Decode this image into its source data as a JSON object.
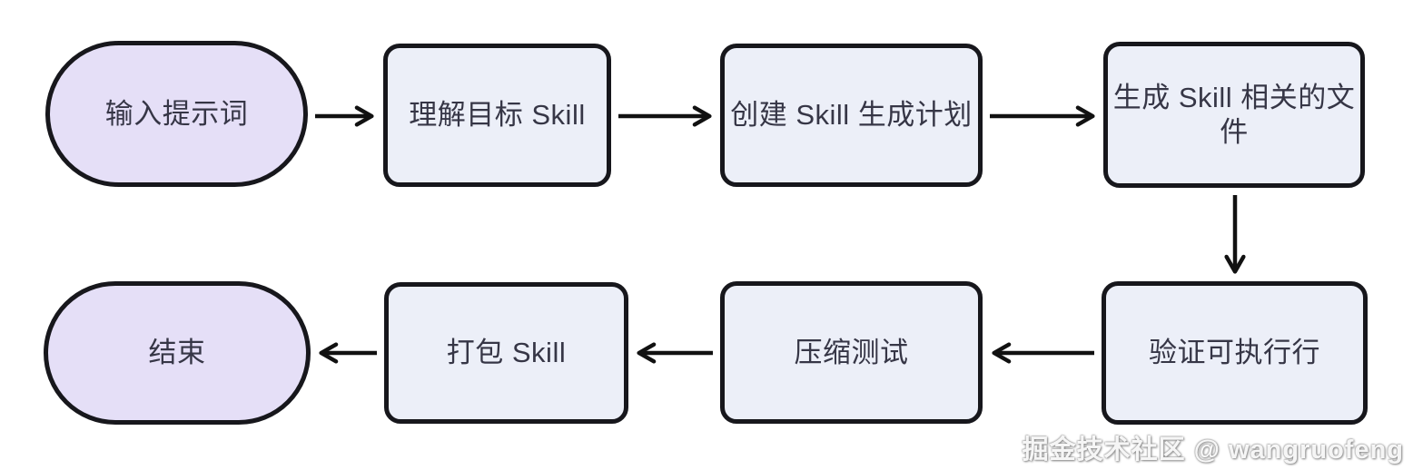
{
  "diagram": {
    "type": "flowchart",
    "flow": "top row left-to-right, then down, bottom row right-to-left",
    "colors": {
      "background": "#ffffff",
      "node_border": "#17171c",
      "terminal_fill": "#e5dff7",
      "process_fill": "#eceff8",
      "text": "#363646",
      "arrow": "#111111"
    },
    "nodes": [
      {
        "id": "start",
        "shape": "stadium",
        "label": "输入提示词"
      },
      {
        "id": "understand",
        "shape": "rect",
        "label": "理解目标 Skill"
      },
      {
        "id": "plan",
        "shape": "rect",
        "label": "创建 Skill 生成计划"
      },
      {
        "id": "generate",
        "shape": "rect",
        "label": "生成 Skill 相关的文件"
      },
      {
        "id": "validate",
        "shape": "rect",
        "label": "验证可执行行"
      },
      {
        "id": "compress_test",
        "shape": "rect",
        "label": "压缩测试"
      },
      {
        "id": "package",
        "shape": "rect",
        "label": "打包 Skill"
      },
      {
        "id": "end",
        "shape": "stadium",
        "label": "结束"
      }
    ],
    "edges": [
      {
        "from": "start",
        "to": "understand",
        "direction": "right"
      },
      {
        "from": "understand",
        "to": "plan",
        "direction": "right"
      },
      {
        "from": "plan",
        "to": "generate",
        "direction": "right"
      },
      {
        "from": "generate",
        "to": "validate",
        "direction": "down"
      },
      {
        "from": "validate",
        "to": "compress_test",
        "direction": "left"
      },
      {
        "from": "compress_test",
        "to": "package",
        "direction": "left"
      },
      {
        "from": "package",
        "to": "end",
        "direction": "left"
      }
    ],
    "watermark": "掘金技术社区 @ wangruofeng"
  }
}
